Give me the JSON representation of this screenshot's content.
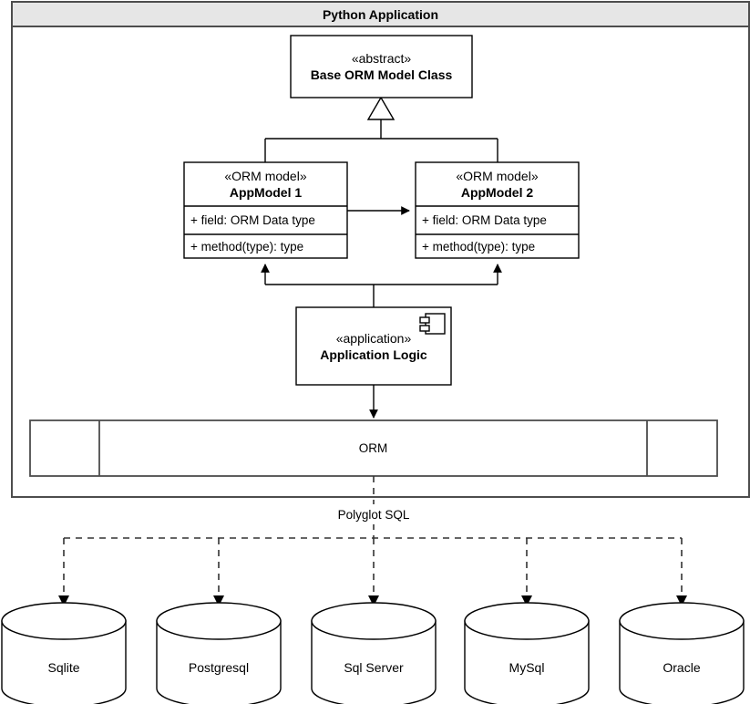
{
  "diagram": {
    "type": "uml-deployment-class-diagram",
    "container": {
      "title": "Python Application",
      "header_fill": "#e6e6e6",
      "border_color": "#4d4d4d"
    },
    "classes": [
      {
        "id": "base-orm-model",
        "stereotype": "«abstract»",
        "name": "Base ORM Model Class",
        "compartments": []
      },
      {
        "id": "app-model-1",
        "stereotype": "«ORM model»",
        "name": "AppModel 1",
        "compartments": [
          "+ field: ORM Data type",
          "+ method(type): type"
        ]
      },
      {
        "id": "app-model-2",
        "stereotype": "«ORM model»",
        "name": "AppModel 2",
        "compartments": [
          "+ field: ORM Data type",
          "+ method(type): type"
        ]
      }
    ],
    "component": {
      "id": "application-logic",
      "stereotype": "«application»",
      "name": "Application Logic",
      "icon": "component-icon"
    },
    "orm_bar": {
      "label": "ORM",
      "segments": 3
    },
    "connector_label": "Polyglot SQL",
    "databases": [
      {
        "id": "sqlite",
        "label": "Sqlite"
      },
      {
        "id": "postgresql",
        "label": "Postgresql"
      },
      {
        "id": "sqlserver",
        "label": "Sql Server"
      },
      {
        "id": "mysql",
        "label": "MySql"
      },
      {
        "id": "oracle",
        "label": "Oracle"
      }
    ],
    "colors": {
      "stroke": "#000000",
      "container_stroke": "#4d4d4d",
      "header_fill": "#e6e6e6",
      "node_fill": "#ffffff",
      "canvas": "#ffffff"
    }
  }
}
